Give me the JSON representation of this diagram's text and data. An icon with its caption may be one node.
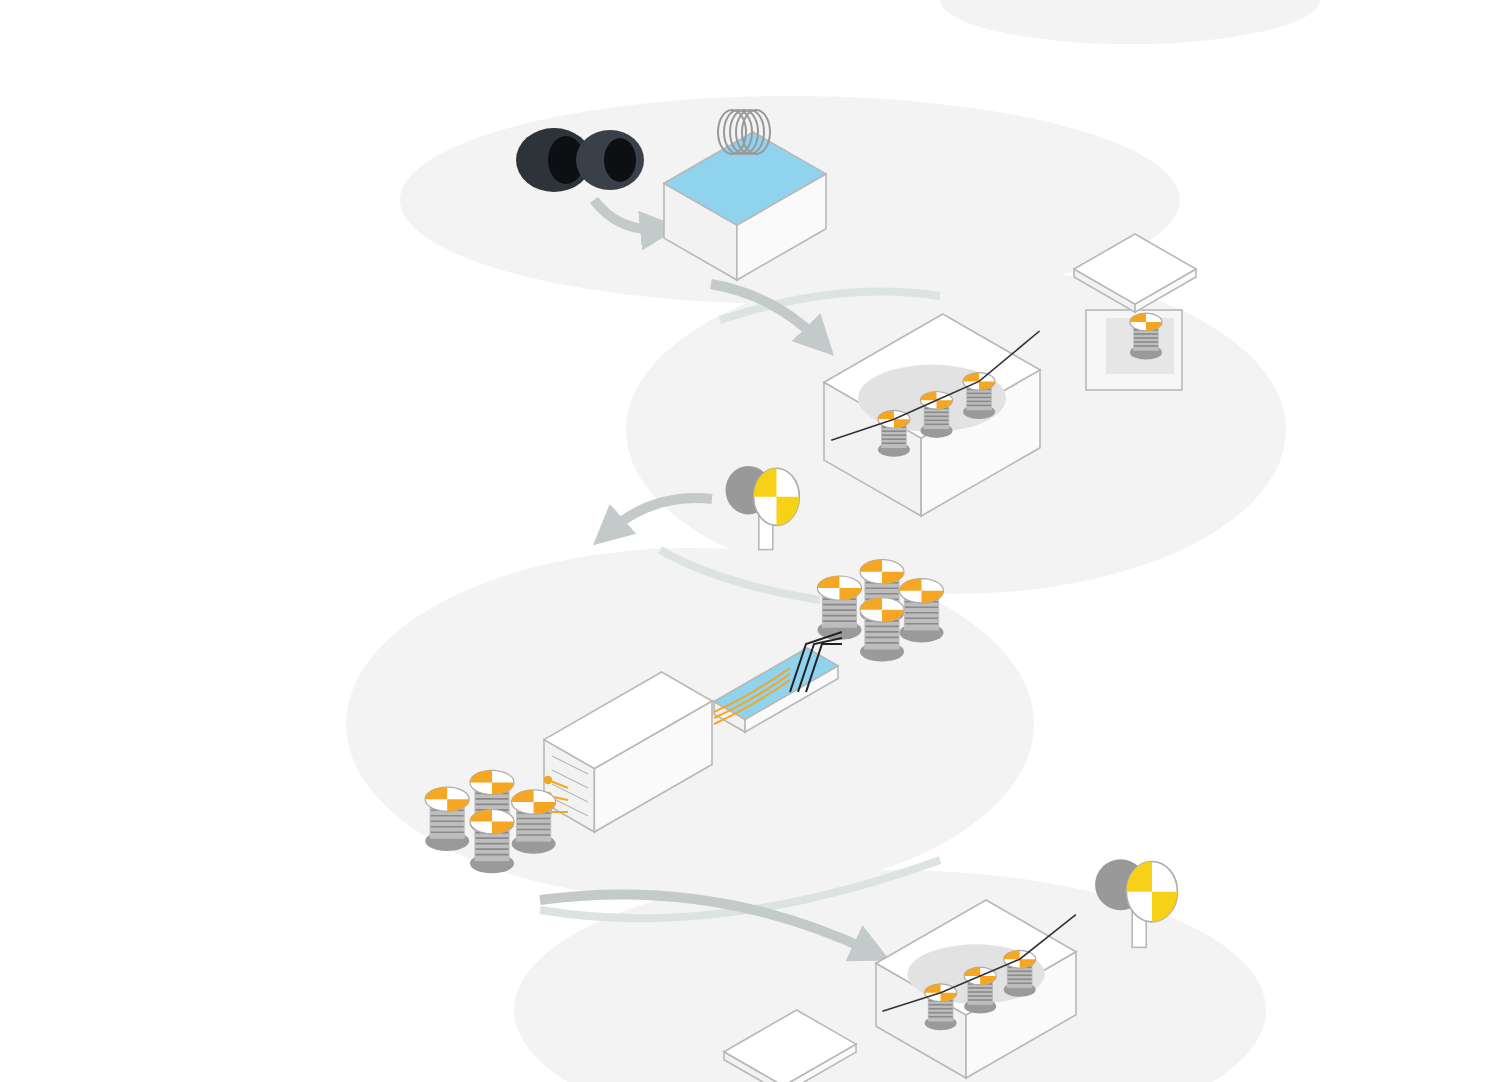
{
  "diagram": {
    "nodes": [
      {
        "text": [],
        "shape": "picture"
      },
      {
        "text": [],
        "shape": "picture"
      },
      {
        "text": [],
        "shape": "picture"
      },
      {
        "text": [],
        "shape": "picture"
      },
      {
        "text": [],
        "shape": "picture"
      },
      {
        "text": [],
        "shape": "picture"
      },
      {
        "text": [],
        "shape": "picture"
      },
      {
        "text": [],
        "shape": "picture"
      },
      {
        "text": [],
        "shape": "picture"
      },
      {
        "text": [],
        "shape": "picture"
      },
      {
        "text": [],
        "shape": "picture"
      },
      {
        "text": [],
        "shape": "picture"
      }
    ],
    "edges": [
      {
        "from": 0,
        "to": 1,
        "arrow": "to"
      },
      {
        "from": 1,
        "to": 2,
        "arrow": "to"
      },
      {
        "from": 4,
        "to": null,
        "arrow": "to"
      },
      {
        "from": 8,
        "to": 9,
        "arrow": "to"
      }
    ]
  }
}
